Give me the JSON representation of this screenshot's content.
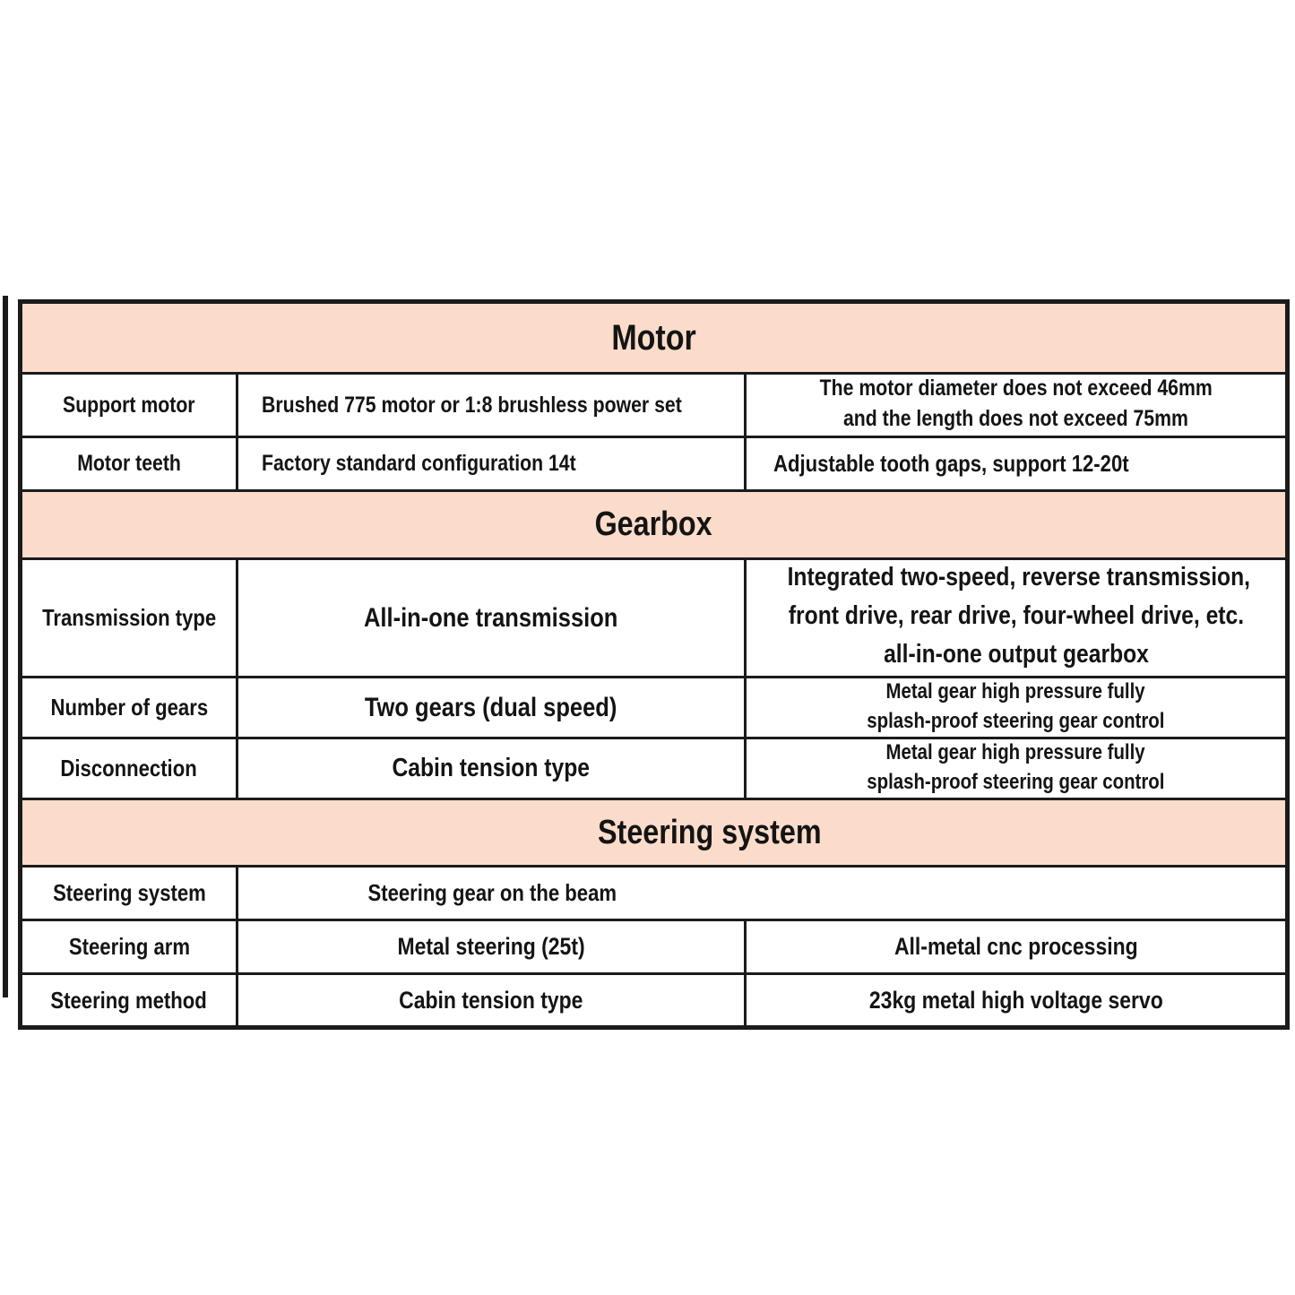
{
  "page": {
    "background_color": "#ffffff"
  },
  "table": {
    "accent_color": "#fbdccb",
    "border_color": "#1b1b1b",
    "text_color": "#141414",
    "sections": [
      {
        "title": "Motor",
        "rows": [
          {
            "label": "Support motor",
            "value": "Brushed 775 motor or 1:8 brushless power set",
            "detail_lines": [
              "The motor diameter does not exceed 46mm",
              "and the length does not exceed 75mm"
            ]
          },
          {
            "label": "Motor teeth",
            "value": "Factory standard configuration 14t",
            "detail_lines": [
              "Adjustable tooth gaps, support 12-20t"
            ]
          }
        ]
      },
      {
        "title": "Gearbox",
        "rows": [
          {
            "label": "Transmission type",
            "value": "All-in-one transmission",
            "detail_lines": [
              "Integrated two-speed, reverse transmission,",
              "front drive, rear drive, four-wheel drive, etc.",
              "all-in-one output gearbox"
            ]
          },
          {
            "label": "Number of gears",
            "value": "Two gears (dual speed)",
            "detail_lines": [
              "Metal gear high pressure fully",
              "splash-proof steering gear control"
            ]
          },
          {
            "label": "Disconnection",
            "value": "Cabin tension type",
            "detail_lines": [
              "Metal gear high pressure fully",
              "splash-proof steering gear control"
            ]
          }
        ]
      },
      {
        "title": "Steering system",
        "rows": [
          {
            "label": "Steering system",
            "value": "Steering gear on the beam",
            "detail_lines": []
          },
          {
            "label": "Steering arm",
            "value": "Metal steering (25t)",
            "detail_lines": [
              "All-metal cnc processing"
            ]
          },
          {
            "label": "Steering method",
            "value": "Cabin tension type",
            "detail_lines": [
              "23kg metal high voltage servo"
            ]
          }
        ]
      }
    ]
  }
}
